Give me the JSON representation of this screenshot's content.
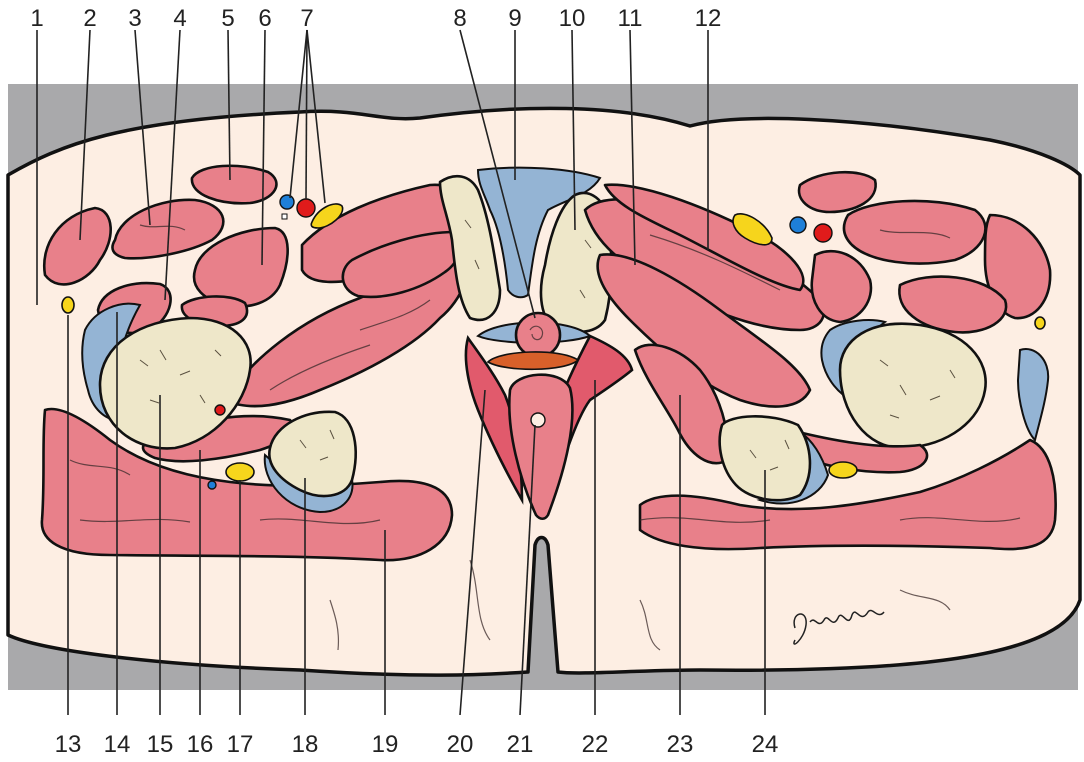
{
  "labels_top": [
    "1",
    "2",
    "3",
    "4",
    "5",
    "6",
    "7",
    "8",
    "9",
    "10",
    "11",
    "12"
  ],
  "labels_bottom": [
    "13",
    "14",
    "15",
    "16",
    "17",
    "18",
    "19",
    "20",
    "21",
    "22",
    "23",
    "24"
  ],
  "signature": "Möller",
  "colors": {
    "background_band": "#a9a9ab",
    "skin": "#fdeee3",
    "muscle": "#e8808a",
    "muscle_dark": "#e15a6c",
    "bone": "#eee7c9",
    "cartilage": "#94b4d4",
    "vein": "#1e7fd8",
    "artery": "#e01b1b",
    "nerve": "#f6d51c",
    "rectal_wall": "#d8602a"
  }
}
